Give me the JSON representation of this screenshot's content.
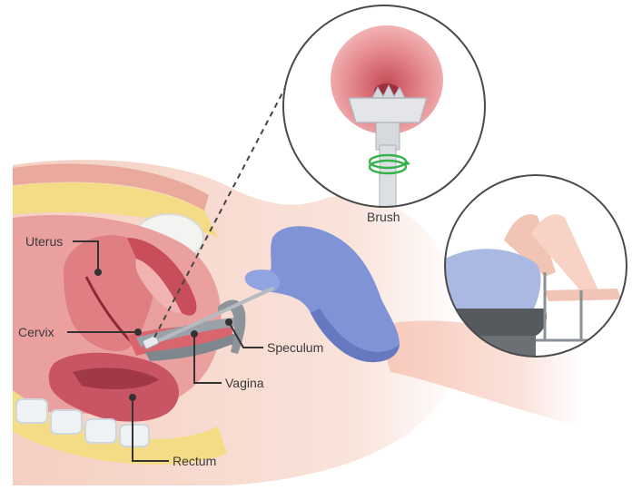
{
  "labels": {
    "uterus": "Uterus",
    "cervix": "Cervix",
    "speculum": "Speculum",
    "vagina": "Vagina",
    "rectum": "Rectum",
    "brush": "Brush"
  },
  "colors": {
    "skin_light": "#f7d9cf",
    "skin": "#f2c4b5",
    "tissue_pink": "#e88f8f",
    "tissue_deep": "#c95a63",
    "uterus_dark": "#9e3342",
    "fat_yellow": "#f4dc86",
    "bone_white": "#eef2f5",
    "glove_blue": "#7f93d6",
    "glove_shadow": "#6679c0",
    "instrument_gray": "#9aa1a8",
    "brush_green": "#38b24a",
    "circle_border": "#4a4a4a",
    "label_line": "#333333",
    "gown_blue": "#a9b9e2",
    "table_dark": "#555a5f"
  },
  "icons": [
    "brush-inset",
    "exam-table-inset",
    "speculum-icon",
    "glove-hand-icon"
  ]
}
